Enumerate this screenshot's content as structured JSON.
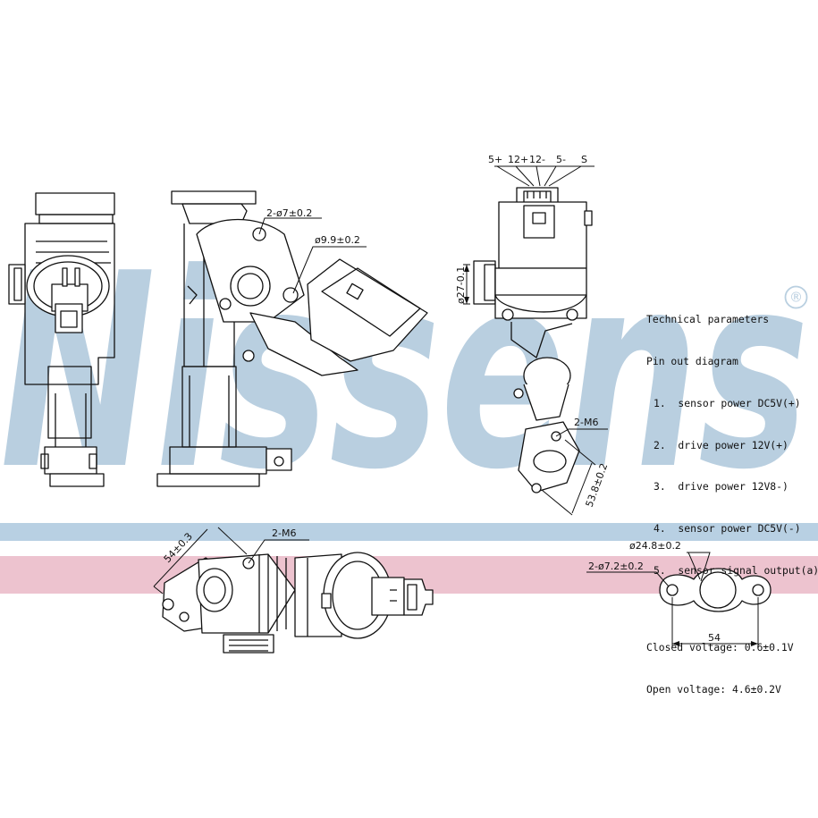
{
  "brand": {
    "watermark": "Nissens",
    "registered_mark": "®",
    "colors": {
      "watermark": "#b9cfe0",
      "band_blue": "#b8d0e3",
      "band_pink": "#edc3cf",
      "line": "#111111"
    }
  },
  "pinout_header": {
    "labels": [
      "5+",
      "12+",
      "12-",
      "5-",
      "S"
    ]
  },
  "dimensions": {
    "front_mount_holes": "2-ø7±0.2",
    "front_port": "ø9.9±0.2",
    "side_body": "ø27-0.1",
    "side_bolt": "2-M6",
    "side_spacing": "53.8±0.2",
    "bottom_spacing": "54±0.3",
    "bottom_bolt": "2-M6",
    "gasket_bore": "ø24.8±0.2",
    "gasket_holes": "2-ø7.2±0.2",
    "gasket_spacing": "54"
  },
  "technical": {
    "title": "Technical parameters",
    "subtitle": "Pin out diagram",
    "pins": [
      "1.  sensor power DC5V(+)",
      "2.  drive power 12V(+)",
      "3.  drive power 12V8-)",
      "4.  sensor power DC5V(-)",
      "5.  sensor signal output(a)"
    ],
    "closed_voltage": "Closed voltage: 0.6±0.1V",
    "open_voltage": "Open voltage: 4.6±0.2V"
  }
}
